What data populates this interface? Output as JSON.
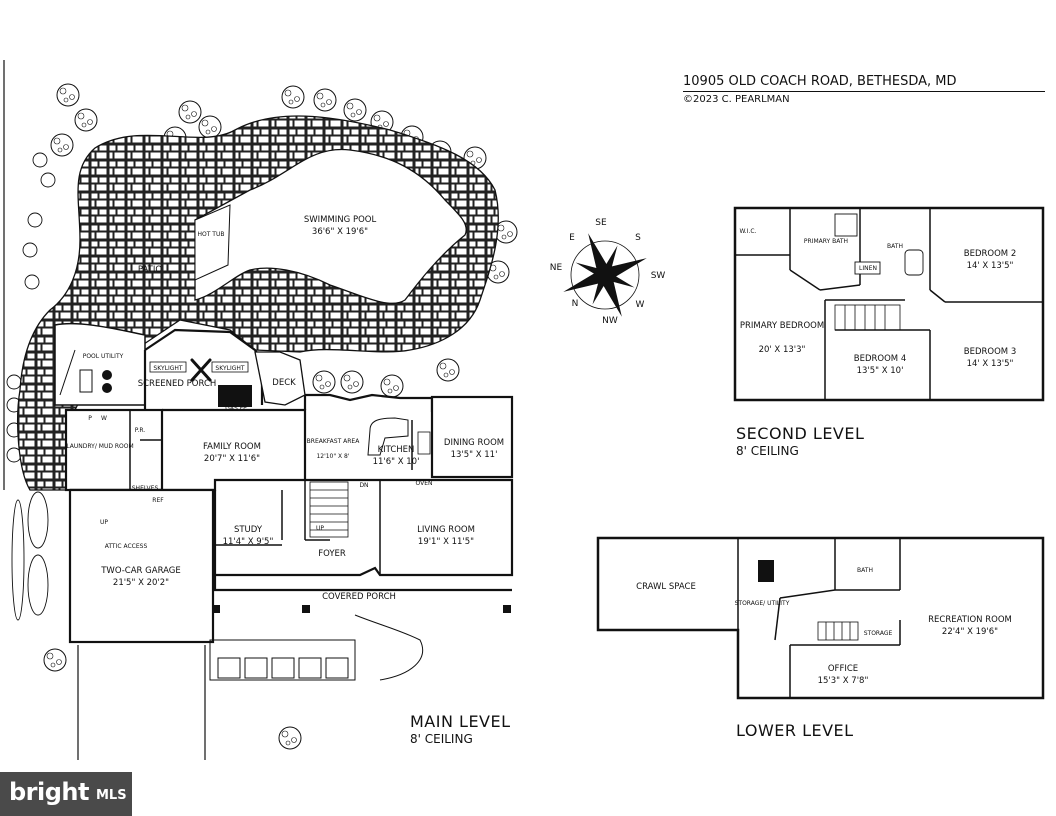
{
  "header": {
    "address": "10905 OLD COACH ROAD, BETHESDA, MD",
    "copyright": "©2023 C. PEARLMAN"
  },
  "compass": {
    "points": [
      "SE",
      "S",
      "SW",
      "W",
      "NW",
      "N",
      "NE",
      "E"
    ]
  },
  "main_level": {
    "title": "MAIN LEVEL",
    "ceiling": "8' CEILING",
    "rooms": {
      "pool": {
        "name": "SWIMMING POOL",
        "dims": "36'6\" X 19'6\""
      },
      "hot_tub": {
        "name": "HOT TUB"
      },
      "patio": {
        "name": "PATIO"
      },
      "pool_utility": {
        "name": "POOL UTILITY"
      },
      "screened_porch": {
        "name": "SCREENED PORCH"
      },
      "deck": {
        "name": "DECK"
      },
      "laundry": {
        "name": "LAUNDRY/ MUD ROOM"
      },
      "pr": {
        "name": "P.R."
      },
      "family": {
        "name": "FAMILY ROOM",
        "dims": "20'7\" X 11'6\""
      },
      "gas_fp": {
        "name": "GAS FP"
      },
      "breakfast": {
        "name": "BREAKFAST AREA",
        "dims": "12'10\" X 8'"
      },
      "kitchen": {
        "name": "KITCHEN",
        "dims": "11'6\" X 10'"
      },
      "dining": {
        "name": "DINING ROOM",
        "dims": "13'5\" X 11'"
      },
      "garage": {
        "name": "TWO-CAR GARAGE",
        "dims": "21'5\" X 20'2\""
      },
      "study": {
        "name": "STUDY",
        "dims": "11'4\" X 9'5\""
      },
      "foyer": {
        "name": "FOYER"
      },
      "living": {
        "name": "LIVING ROOM",
        "dims": "19'1\" X 11'5\""
      },
      "covered_porch": {
        "name": "COVERED PORCH"
      }
    },
    "small_labels": {
      "skylight": "SKYLIGHT",
      "shelves": "SHELVES",
      "ref": "REF",
      "attic_access": "ATTIC ACCESS",
      "up": "UP",
      "dn": "DN",
      "oven": "OVEN",
      "pw": "P",
      "ww": "W"
    }
  },
  "second_level": {
    "title": "SECOND LEVEL",
    "ceiling": "8' CEILING",
    "rooms": {
      "primary_bath": {
        "name": "PRIMARY BATH"
      },
      "bath": {
        "name": "BATH"
      },
      "linen": {
        "name": "LINEN"
      },
      "wic": {
        "name": "W.I.C."
      },
      "bedroom2": {
        "name": "BEDROOM 2",
        "dims": "14' X 13'5\""
      },
      "primary_bedroom": {
        "name": "PRIMARY BEDROOM",
        "dims": "20' X 13'3\""
      },
      "bedroom4": {
        "name": "BEDROOM 4",
        "dims": "13'5\" X 10'"
      },
      "bedroom3": {
        "name": "BEDROOM 3",
        "dims": "14' X 13'5\""
      }
    }
  },
  "lower_level": {
    "title": "LOWER LEVEL",
    "rooms": {
      "crawl": {
        "name": "CRAWL SPACE"
      },
      "storage_utility": {
        "name": "STORAGE/ UTILITY"
      },
      "bath": {
        "name": "BATH"
      },
      "storage": {
        "name": "STORAGE"
      },
      "recreation": {
        "name": "RECREATION ROOM",
        "dims": "22'4\" X 19'6\""
      },
      "office": {
        "name": "OFFICE",
        "dims": "15'3\" X 7'8\""
      }
    }
  },
  "watermark": {
    "brand": "bright",
    "suffix": "MLS"
  }
}
